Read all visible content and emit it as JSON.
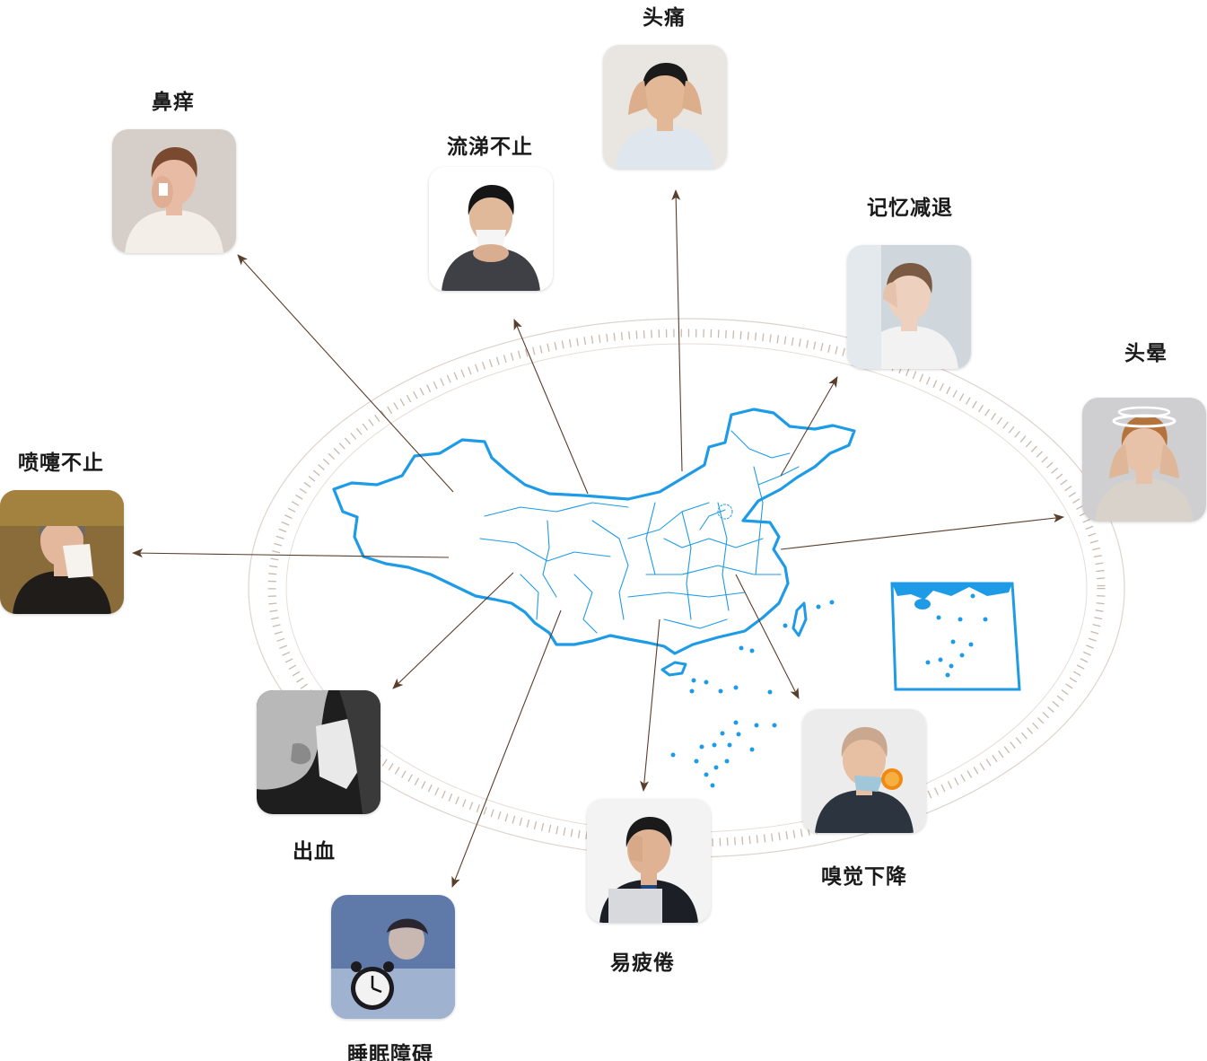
{
  "diagram": {
    "symptoms": [
      {
        "id": "nasal-itch",
        "label": "鼻痒",
        "icon": "person-rubbing-nose-icon"
      },
      {
        "id": "runny-nose",
        "label": "流涕不止",
        "icon": "man-with-tissue-icon"
      },
      {
        "id": "headache",
        "label": "头痛",
        "icon": "man-holding-head-icon"
      },
      {
        "id": "memory-decline",
        "label": "记忆减退",
        "icon": "woman-thinking-icon"
      },
      {
        "id": "dizziness",
        "label": "头晕",
        "icon": "woman-dizzy-icon"
      },
      {
        "id": "sneezing",
        "label": "喷嚏不止",
        "icon": "man-sneezing-icon"
      },
      {
        "id": "nosebleed",
        "label": "出血",
        "icon": "nose-with-tissue-icon"
      },
      {
        "id": "sleep-disorder",
        "label": "睡眠障碍",
        "icon": "alarm-clock-sleep-icon"
      },
      {
        "id": "fatigue",
        "label": "易疲倦",
        "icon": "tired-office-worker-icon"
      },
      {
        "id": "smell-decline",
        "label": "嗅觉下降",
        "icon": "man-smelling-orange-icon"
      }
    ],
    "colors": {
      "map_stroke": "#1e9be6",
      "arrow": "#5a3d2b",
      "ring": "#d6cbc3",
      "ring_ticks": "#c8b9ad",
      "label": "#1a1a1a"
    }
  }
}
